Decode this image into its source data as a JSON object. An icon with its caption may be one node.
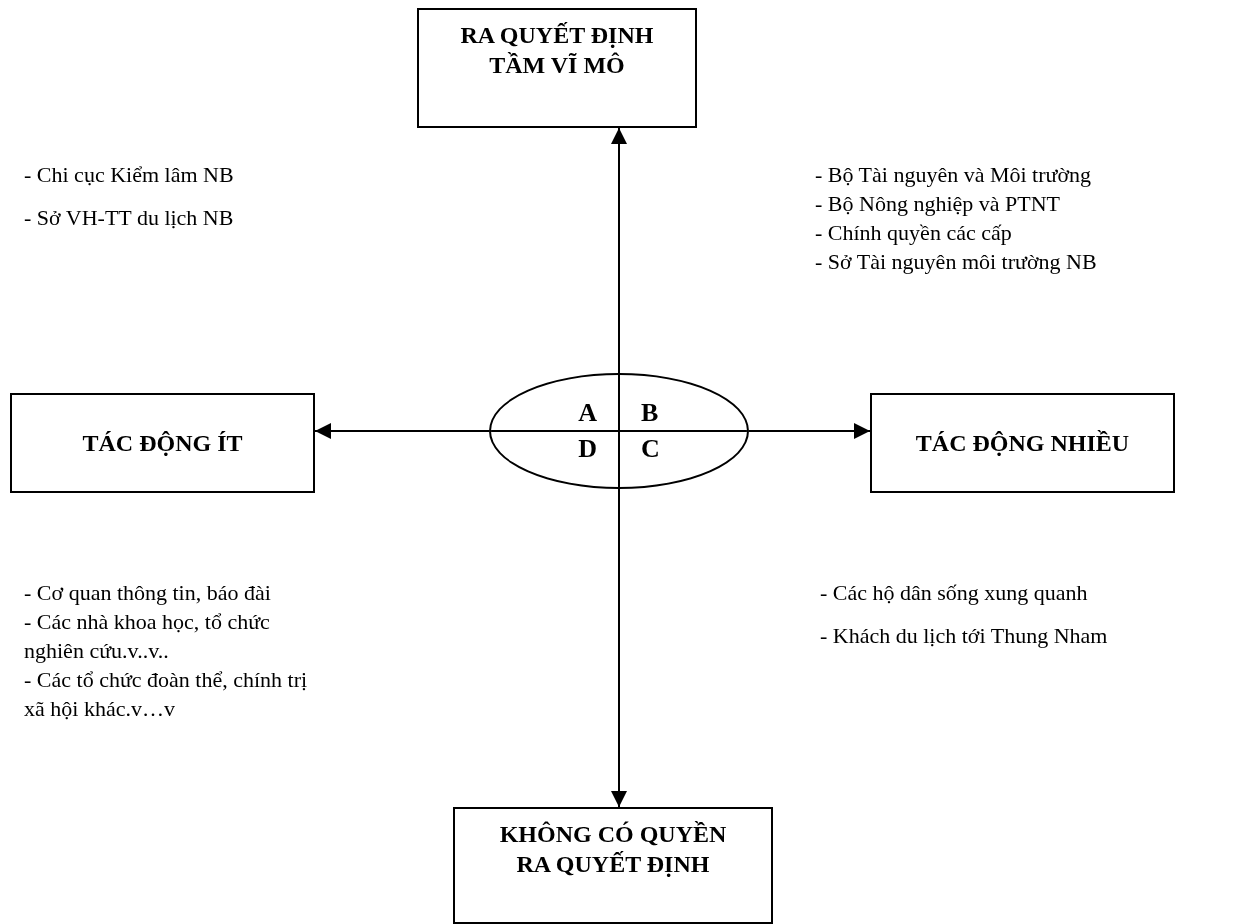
{
  "diagram": {
    "nodes": [
      {
        "text": [
          "RA QUYẾT ĐỊNH TẦM VĨ MÔ"
        ]
      },
      {
        "text": [
          "TÁC ĐỘNG ÍT"
        ]
      },
      {
        "text": [
          "A",
          "B",
          "D",
          "C"
        ]
      },
      {
        "text": [
          "TÁC ĐỘNG NHIỀU"
        ]
      },
      {
        "text": [
          "KHÔNG CÓ QUYỀN RA QUYẾT ĐỊNH"
        ]
      }
    ],
    "edges": [
      {
        "from": 2,
        "to": 0,
        "arrow": "to"
      },
      {
        "from": 2,
        "to": 1,
        "arrow": "to"
      },
      {
        "from": 2,
        "to": 3,
        "arrow": "to"
      },
      {
        "from": 2,
        "to": 4,
        "arrow": "to"
      }
    ],
    "labels": [
      "- Chi cục Kiểm lâm NB",
      "- Sở VH-TT du lịch NB",
      "- Bộ Tài nguyên và Môi trường",
      "- Bộ Nông nghiệp và PTNT",
      "- Chính quyền các cấp",
      "- Sở Tài nguyên môi trường NB",
      "- Cơ quan thông tin, báo đài",
      "- Các nhà khoa học, tổ chức nghiên cứu.v..v..",
      "- Các tổ chức đoàn thể, chính trị xã hội khác.v…v",
      "- Các hộ dân sống xung quanh",
      "- Khách du lịch tới Thung Nham"
    ]
  }
}
